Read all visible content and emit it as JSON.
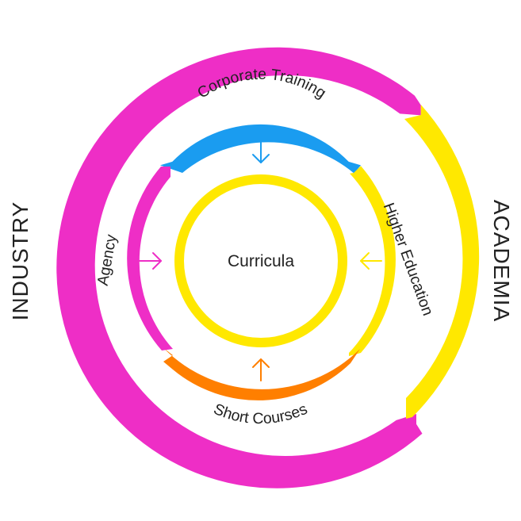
{
  "colors": {
    "magenta": "#ee2ec6",
    "yellow": "#ffe800",
    "blue": "#1a9cf0",
    "orange": "#ff7f00",
    "text": "#222222",
    "background": "#ffffff"
  },
  "diagram": {
    "center": {
      "label": "Curricula"
    },
    "outer_ring": {
      "left_label": "INDUSTRY",
      "right_label": "ACADEMIA"
    },
    "inner_ring": {
      "top_label": "Corporate Training",
      "right_label": "Higher Education",
      "bottom_label": "Short Courses",
      "left_label": "Agency"
    }
  }
}
